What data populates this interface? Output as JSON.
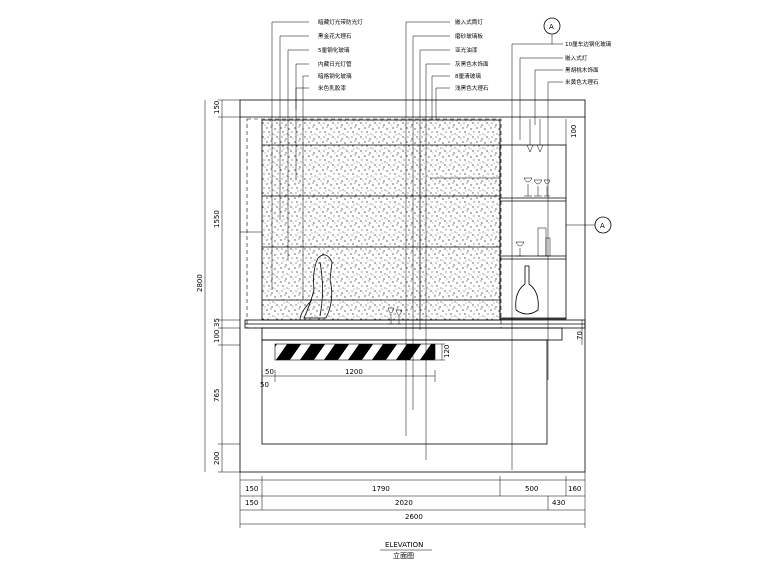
{
  "drawing": {
    "title": "ELEVATION",
    "subtitle": "立面图",
    "left_dims": [
      "150",
      "1550",
      "35",
      "100",
      "765",
      "200"
    ],
    "left_total": "2800",
    "right_dims": [
      "100",
      "70"
    ],
    "bottom_row1": [
      "150",
      "1790",
      "500",
      "160"
    ],
    "bottom_row2": [
      "150",
      "2020",
      "430"
    ],
    "bottom_total": "2600",
    "inner_dims": [
      "50",
      "1200",
      "50",
      "120"
    ],
    "section_marks": [
      "A",
      "A"
    ],
    "notes_col1": [
      "暗藏灯光带防光灯",
      "黑金花大理石",
      "5厘钢化玻璃",
      "内藏日光灯管",
      "暗格钢化玻璃",
      "米色乳胶漆"
    ],
    "notes_col2": [
      "嵌入式筒灯",
      "磨砂玻璃板",
      "亚光油漆",
      "灰黑色木饰面",
      "8厘清玻璃",
      "浅黑色大理石"
    ],
    "notes_col3": [
      "10厘车边钢化玻璃",
      "嵌入式灯",
      "黑胡桃木饰面",
      "米黄色大理石"
    ]
  }
}
